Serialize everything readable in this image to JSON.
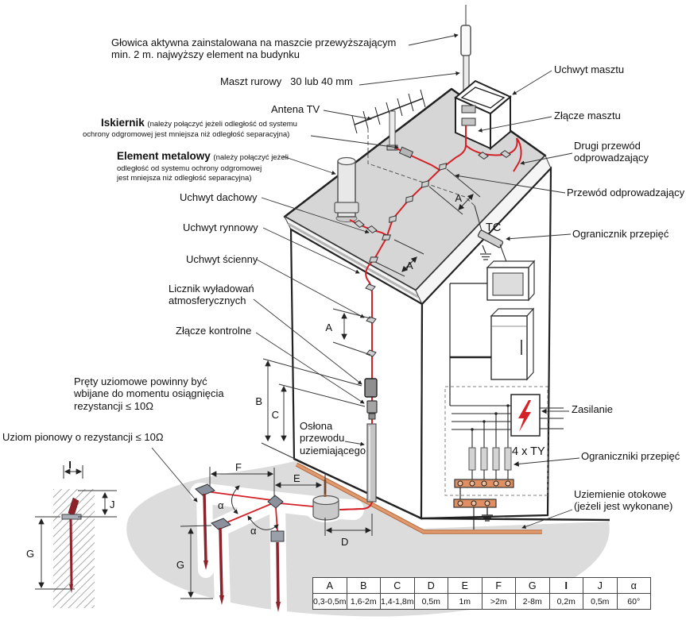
{
  "labels": {
    "glowica": "Głowica aktywna zainstalowana na maszcie przewyższającym\nmin. 2 m. najwyższy element na budynku",
    "maszt": "Maszt rurowy   30 lub 40 mm",
    "antena": "Antena TV",
    "iskiernik_title": "Iskiernik",
    "iskiernik_note1": "(należy połączyć jeżeli odległość od systemu",
    "iskiernik_note2": "ochrony odgromowej jest mniejsza niż odległość separacyjna)",
    "element_title": "Element metalowy",
    "element_note1": "(należy połączyć jeżeli",
    "element_note2": "odległość od systemu ochrony odgromowej",
    "element_note3": "jest mniejsza niż odległość separacyjna)",
    "uchwyt_dachowy": "Uchwyt dachowy",
    "uchwyt_rynnowy": "Uchwyt rynnowy",
    "uchwyt_scienny": "Uchwyt ścienny",
    "licznik": "Licznik wyładowań\natmosferycznych",
    "zlacze_kontrolne": "Złącze kontrolne",
    "prety": "Pręty uziomowe powinny być\nwbijane do momentu osiągnięcia\nrezystancji ≤ 10Ω",
    "uziom_pionowy": "Uziom pionowy o rezystancji ≤ 10Ω",
    "oslona": "Osłona\nprzewodu\nuziemiającego",
    "uchwyt_masztu": "Uchwyt masztu",
    "zlacze_masztu": "Złącze masztu",
    "drugi_przewod": "Drugi przewód\nodprowadzający",
    "przewod": "Przewód odprowadzający",
    "ogranicznik": "Ogranicznik przepięć",
    "zasilanie": "Zasilanie",
    "ograniczniki": "Ograniczniki przepięć",
    "uziemienie": "Uziemienie otokowe\n(jeżeli jest wykonane)",
    "tc": "TC",
    "ty": "4 x TY"
  },
  "dims": {
    "a": "A",
    "b": "B",
    "c": "C",
    "d": "D",
    "e": "E",
    "f": "F",
    "g": "G",
    "i": "I",
    "j": "J",
    "alpha": "α"
  },
  "table": {
    "headers": [
      "A",
      "B",
      "C",
      "D",
      "E",
      "F",
      "G",
      "I",
      "J",
      "α"
    ],
    "values": [
      "0,3-0,5m",
      "1,6-2m",
      "1,4-1,8m",
      "0,5m",
      "1m",
      ">2m",
      "2-8m",
      "0,2m",
      "0,5m",
      "60°"
    ]
  },
  "colors": {
    "conductor_red": "#d42127",
    "copper_orange": "#df8f62",
    "roof_gray": "#d6d6d6",
    "ground_gray": "#dcdcdc",
    "rod_maroon": "#8e222b"
  }
}
